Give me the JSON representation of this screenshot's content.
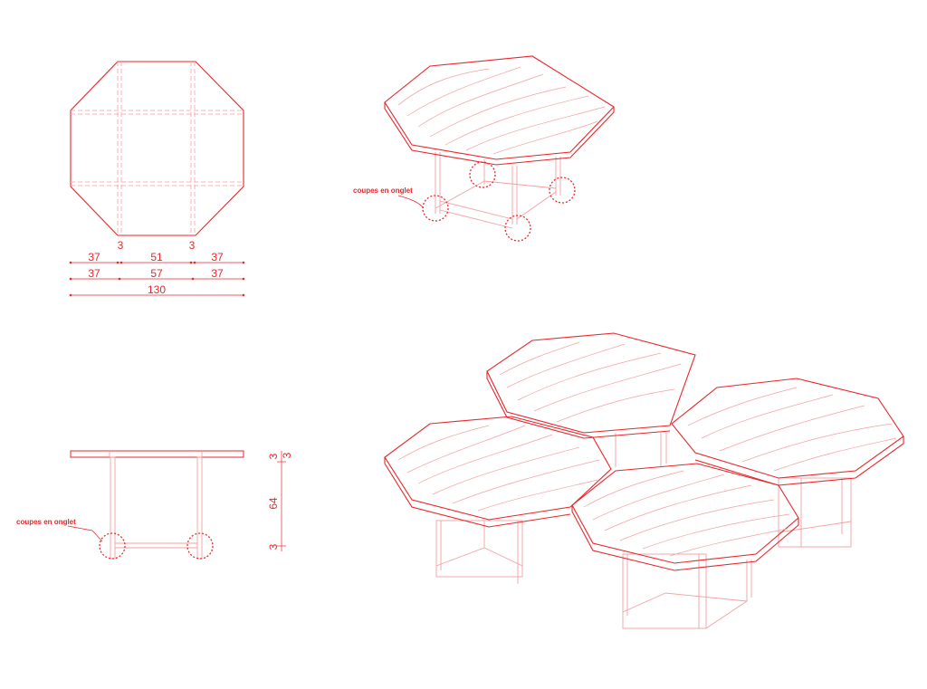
{
  "colors": {
    "line": "#e8262b",
    "light": "#f2a0a2",
    "background": "#ffffff"
  },
  "plan": {
    "dims_row1": [
      "37",
      "3",
      "51",
      "3",
      "37"
    ],
    "dims_row2": [
      "37",
      "57",
      "37"
    ],
    "dim_total": "130"
  },
  "elevation": {
    "dims": [
      "3",
      "64",
      "3"
    ],
    "right_dim": "3",
    "callout": "coupes en onglet"
  },
  "perspective": {
    "callout": "coupes en onglet"
  }
}
